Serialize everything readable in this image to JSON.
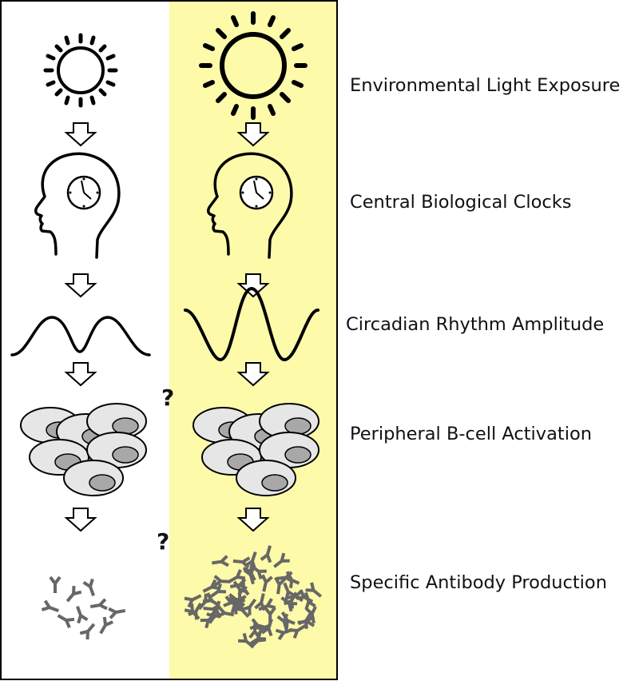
{
  "rows": [
    {
      "id": "light",
      "label": "Environmental Light Exposure"
    },
    {
      "id": "clock",
      "label": "Central Biological Clocks"
    },
    {
      "id": "rhythm",
      "label": "Circadian Rhythm Amplitude"
    },
    {
      "id": "bcell",
      "label": "Peripheral B-cell Activation"
    },
    {
      "id": "antibody",
      "label": "Specific Antibody Production"
    }
  ],
  "question_marks": [
    "?",
    "?"
  ],
  "colors": {
    "bright_panel": "#fdfaa9",
    "outline": "#000000",
    "cell_fill": "#e6e6e6",
    "nucleus_fill": "#a8a8a8",
    "antibody": "#676767"
  },
  "icons": [
    "sun-icon",
    "head-clock-icon",
    "sine-wave-icon",
    "b-cell-cluster-icon",
    "antibody-icon",
    "down-arrow-icon"
  ]
}
